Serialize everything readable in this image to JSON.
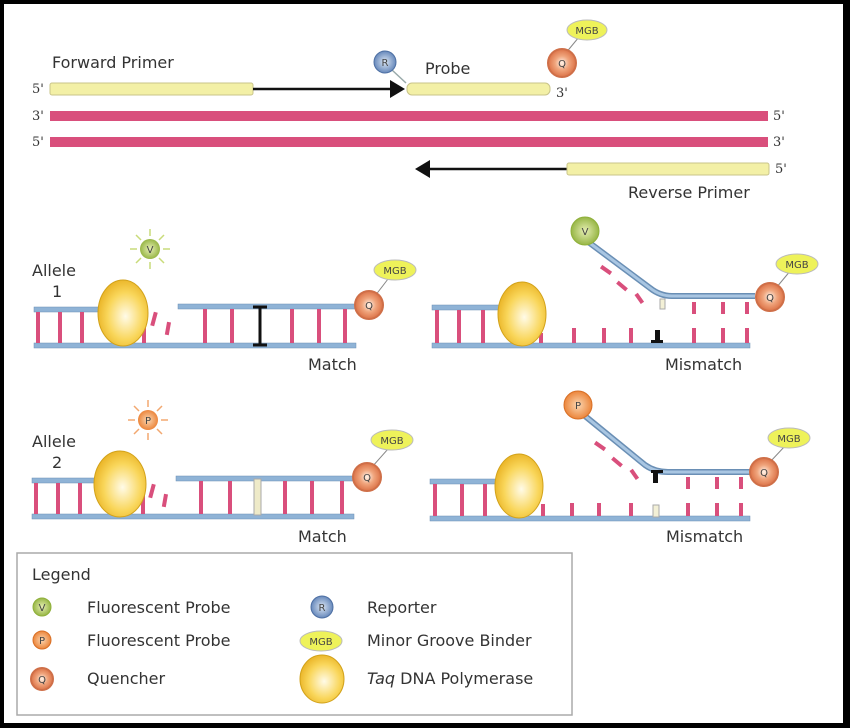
{
  "top": {
    "forward_primer_label": "Forward Primer",
    "probe_label": "Probe",
    "reverse_primer_label": "Reverse Primer",
    "reporter_letter": "R",
    "quencher_letter": "Q",
    "mgb_label": "MGB",
    "ends": {
      "forward_primer_5": "5'",
      "strand1_left": "3'",
      "strand2_left": "5'",
      "probe_3": "3'",
      "strand1_right": "5'",
      "strand2_right": "3'",
      "reverse_primer_5": "5'"
    }
  },
  "panels": [
    {
      "allele_label": "Allele",
      "allele_number": "1",
      "probe_letter": "V",
      "match_label": "Match",
      "mismatch_label": "Mismatch",
      "quencher_letter": "Q",
      "mgb_label": "MGB"
    },
    {
      "allele_label": "Allele",
      "allele_number": "2",
      "probe_letter": "P",
      "match_label": "Match",
      "mismatch_label": "Mismatch",
      "quencher_letter": "Q",
      "mgb_label": "MGB"
    }
  ],
  "legend": {
    "title": "Legend",
    "items": [
      {
        "symbol": "V",
        "label": "Fluorescent Probe"
      },
      {
        "symbol": "P",
        "label": "Fluorescent Probe"
      },
      {
        "symbol": "Q",
        "label": "Quencher"
      },
      {
        "symbol": "R",
        "label": "Reporter"
      },
      {
        "symbol": "MGB",
        "label": "Minor Groove Binder"
      },
      {
        "symbol": "",
        "label_italic": "Taq",
        "label": " DNA Polymerase"
      }
    ]
  },
  "colors": {
    "strand_pink": "#d94f7c",
    "primer_yellow": "#f3f0a6",
    "backbone_blue": "#8fb3d6",
    "reporter_blue": "#5b7fb5",
    "quencher_orange": "#e07a50",
    "probe_green": "#9bbb45",
    "probe_orange": "#ef8a3a",
    "mgb_yellow": "#eef25a",
    "polymerase_yellow": "#f7c93a"
  }
}
